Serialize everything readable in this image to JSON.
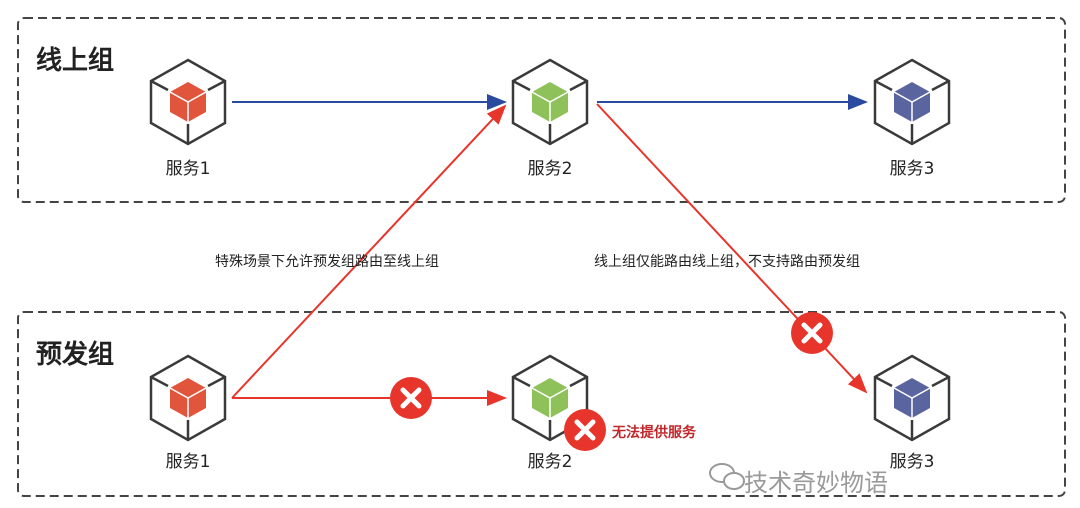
{
  "groups": {
    "online": {
      "title": "线上组"
    },
    "staging": {
      "title": "预发组"
    }
  },
  "services": {
    "online": [
      {
        "label": "服务1",
        "color": "#e0553b"
      },
      {
        "label": "服务2",
        "color": "#8fc15a"
      },
      {
        "label": "服务3",
        "color": "#5a649e"
      }
    ],
    "staging": [
      {
        "label": "服务1",
        "color": "#e0553b"
      },
      {
        "label": "服务2",
        "color": "#8fc15a"
      },
      {
        "label": "服务3",
        "color": "#5a649e"
      }
    ]
  },
  "annotations": {
    "staging_to_online": "特殊场景下允许预发组路由至线上组",
    "online_only": "线上组仅能路由线上组，不支持路由预发组",
    "unavailable": "无法提供服务"
  },
  "watermark": "技术奇妙物语",
  "colors": {
    "normal_arrow": "#2a4aa0",
    "blocked_arrow": "#e8352b",
    "error_mark": "#e8352b"
  }
}
